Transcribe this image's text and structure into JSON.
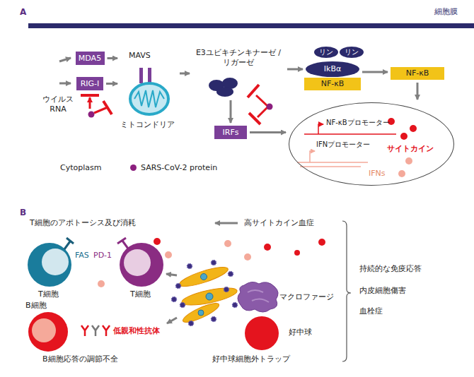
{
  "diagram": {
    "nodes": [
      {
        "text": [
          "MDA5"
        ]
      },
      {
        "text": [
          "RIG-I"
        ]
      },
      {
        "text": [
          "MAVS",
          "ミトコンドリア"
        ]
      },
      {
        "text": [
          "E3ユビキチンキナーゼ /リガーゼ"
        ]
      },
      {
        "text": [
          "リン"
        ]
      },
      {
        "text": [
          "リン"
        ]
      },
      {
        "text": [
          "IkBα"
        ]
      },
      {
        "text": [
          "NF-κB"
        ]
      },
      {
        "text": [
          "NF-κB"
        ]
      },
      {
        "text": [
          "IRFs"
        ]
      },
      {
        "text": [
          "NF-κBプロモーター",
          "IFNプロモーター",
          "サイトカイン",
          "IFNs"
        ]
      },
      {
        "text": [
          "T細胞"
        ]
      },
      {
        "text": [
          "T細胞"
        ]
      },
      {
        "text": [
          "B細胞"
        ]
      },
      {
        "text": [
          "マクロファージ"
        ]
      },
      {
        "text": [
          "好中球"
        ]
      }
    ],
    "edges": [
      {
        "from": 0,
        "to": 2,
        "arrow": "to"
      },
      {
        "from": 1,
        "to": 2,
        "arrow": "to"
      },
      {
        "from": 2,
        "to": 3,
        "arrow": "to"
      },
      {
        "from": 3,
        "to": 6,
        "arrow": "to"
      },
      {
        "from": 3,
        "to": 9,
        "arrow": "to"
      },
      {
        "from": 6,
        "to": 8,
        "arrow": "to"
      },
      {
        "from": 8,
        "to": 10,
        "arrow": "to"
      },
      {
        "from": 9,
        "to": 10,
        "arrow": "to"
      }
    ],
    "labels": [
      "A",
      "細胞膜",
      "ウイルス RNA",
      "Cytoplasm",
      "B",
      "T細胞のアポトーシス及び消耗",
      "高サイトカイン血症",
      "FAS",
      "PD-1",
      "低親和性抗体",
      "B細胞応答の調節不全",
      "好中球細胞外トラップ",
      "持続的な免疫応答",
      "内皮細胞傷害",
      "血栓症"
    ],
    "legend": [
      {
        "text": "SARS-CoV-2 protein",
        "color": "#8b1f7e"
      }
    ]
  }
}
